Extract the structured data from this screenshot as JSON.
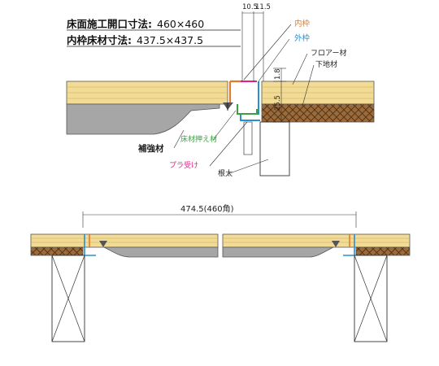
{
  "spec": {
    "opening_label": "床面施工開口寸法:",
    "opening_value": "460×460",
    "inner_label": "内枠床材寸法:",
    "inner_value": "437.5×437.5"
  },
  "dimensions": {
    "top_a": "10.5",
    "top_b": "11.5",
    "vertical_small": "1.8",
    "vertical_large": "25.5",
    "bottom_span": "474.5(460角)"
  },
  "labels": {
    "inner_frame": "内枠",
    "outer_frame": "外枠",
    "flooring": "フロアー材",
    "subfloor": "下地材",
    "support_rail": "床材押え材",
    "reinforcement": "補強材",
    "plastic_receiver": "プラ受け",
    "joist": "根太"
  },
  "colors": {
    "inner_frame": "#e07b2a",
    "outer_frame": "#2a8fd0",
    "support_rail": "#3aa040",
    "plastic_receiver": "#e0218a",
    "wood": "#f2dc95",
    "subfloor": "#9a6a3a",
    "reinforcement": "#a6a6a6"
  }
}
